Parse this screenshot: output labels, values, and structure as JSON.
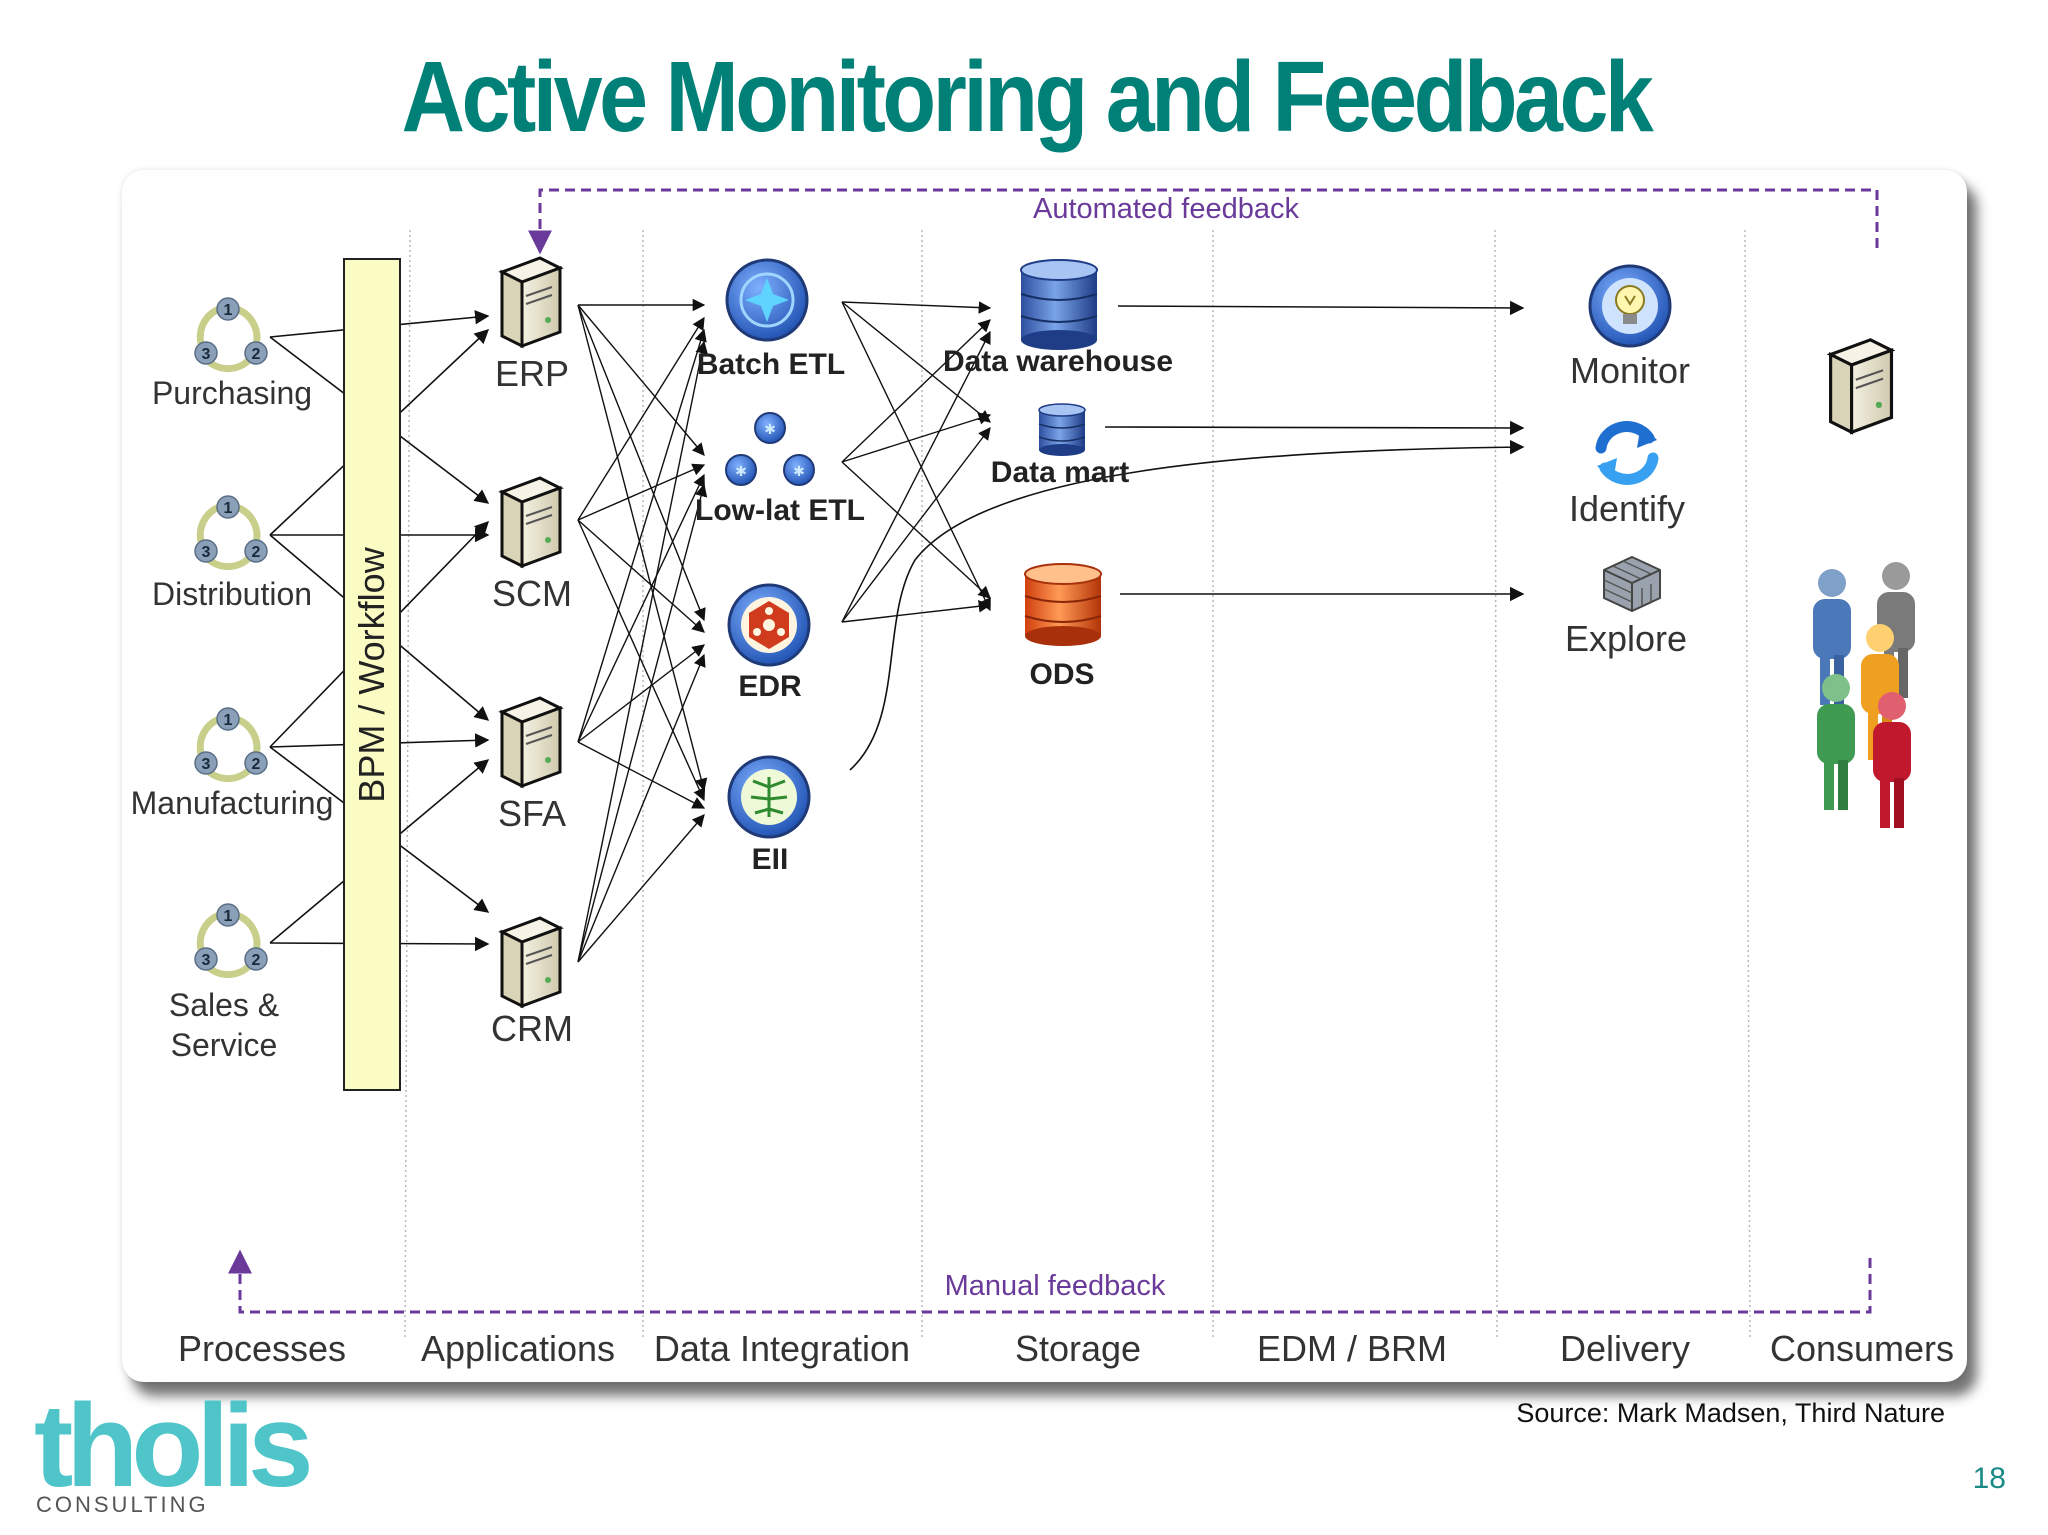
{
  "title": "Active Monitoring and Feedback",
  "feedback": {
    "automated": "Automated feedback",
    "manual": "Manual feedback"
  },
  "bpm_label": "BPM / Workflow",
  "processes": [
    {
      "label": "Purchasing",
      "icon": "cycle-icon"
    },
    {
      "label": "Distribution",
      "icon": "cycle-icon"
    },
    {
      "label": "Manufacturing",
      "icon": "cycle-icon"
    },
    {
      "label": "Sales & Service",
      "icon": "cycle-icon"
    }
  ],
  "cycle_numbers": [
    "1",
    "2",
    "3"
  ],
  "applications": [
    {
      "label": "ERP",
      "icon": "server-icon"
    },
    {
      "label": "SCM",
      "icon": "server-icon"
    },
    {
      "label": "SFA",
      "icon": "server-icon"
    },
    {
      "label": "CRM",
      "icon": "server-icon"
    }
  ],
  "integration": [
    {
      "label": "Batch ETL",
      "icon": "batch-etl-icon"
    },
    {
      "label": "Low-lat ETL",
      "icon": "low-lat-etl-icon"
    },
    {
      "label": "EDR",
      "icon": "edr-icon"
    },
    {
      "label": "EII",
      "icon": "eii-icon"
    }
  ],
  "storage": [
    {
      "label": "Data warehouse",
      "icon": "database-icon"
    },
    {
      "label": "Data mart",
      "icon": "database-icon"
    },
    {
      "label": "ODS",
      "icon": "database-icon"
    }
  ],
  "delivery": [
    {
      "label": "Monitor",
      "icon": "lightbulb-icon"
    },
    {
      "label": "Identify",
      "icon": "refresh-icon"
    },
    {
      "label": "Explore",
      "icon": "cube-icon"
    }
  ],
  "consumers": {
    "server_icon": "server-icon",
    "people_icon": "people-icon"
  },
  "columns": [
    "Processes",
    "Applications",
    "Data Integration",
    "Storage",
    "EDM / BRM",
    "Delivery",
    "Consumers"
  ],
  "source": "Source: Mark Madsen, Third Nature",
  "page_number": "18",
  "logo": {
    "name": "tholis",
    "tagline": "CONSULTING"
  },
  "colors": {
    "title": "#008077",
    "feedback": "#6a3a9a",
    "logo": "#4fc5c9",
    "bpm_fill": "#fbfbc4"
  }
}
